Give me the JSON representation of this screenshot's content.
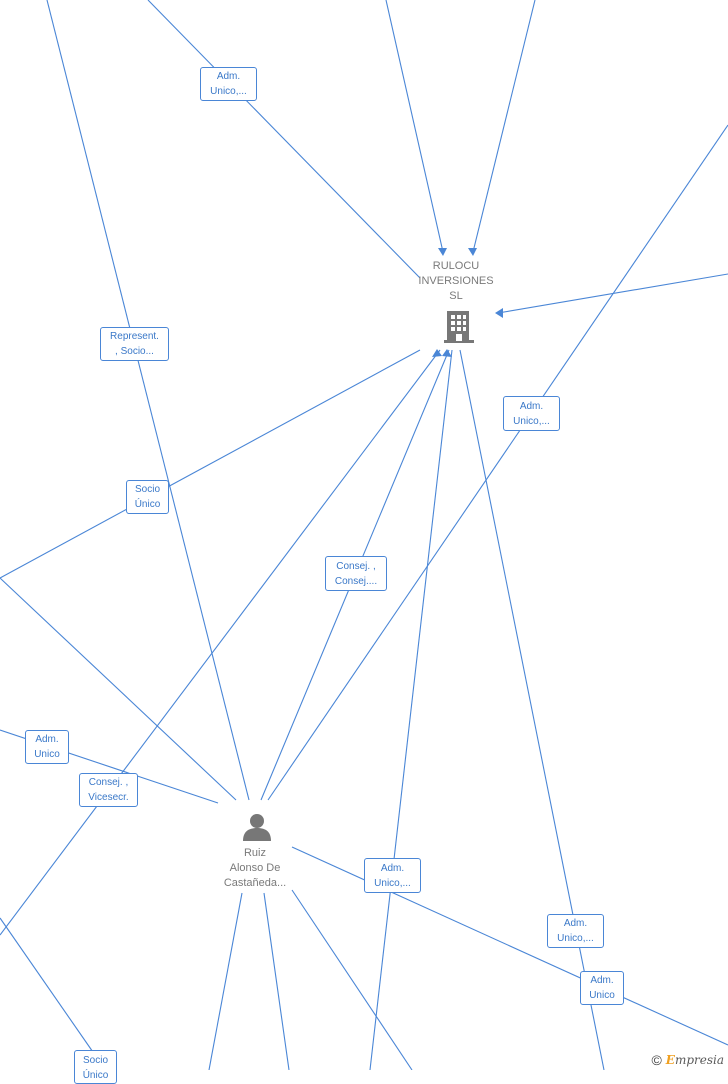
{
  "colors": {
    "edge": "#4a86d6",
    "label_text": "#3a78c8",
    "node_text": "#7a7a7a",
    "icon": "#777777"
  },
  "company": {
    "name_lines": [
      "RULOCU",
      "INVERSIONES",
      "SL"
    ],
    "icon": "building-icon"
  },
  "person": {
    "name_lines": [
      "Ruiz",
      "Alonso De",
      "Castañeda..."
    ],
    "icon": "person-icon"
  },
  "edge_labels": [
    {
      "lines": [
        "Adm.",
        "Unico,..."
      ]
    },
    {
      "lines": [
        "Represent.",
        ", Socio..."
      ]
    },
    {
      "lines": [
        "Adm.",
        "Unico,..."
      ]
    },
    {
      "lines": [
        "Socio",
        "Único"
      ]
    },
    {
      "lines": [
        "Consej. ,",
        "Consej...."
      ]
    },
    {
      "lines": [
        "Adm.",
        "Unico"
      ]
    },
    {
      "lines": [
        "Consej. ,",
        "Vicesecr."
      ]
    },
    {
      "lines": [
        "Adm.",
        "Unico,..."
      ]
    },
    {
      "lines": [
        "Adm.",
        "Unico,..."
      ]
    },
    {
      "lines": [
        "Adm.",
        "Unico"
      ]
    },
    {
      "lines": [
        "Socio",
        "Único"
      ]
    }
  ],
  "footer": {
    "copyright": "©",
    "brand_initial": "E",
    "brand_rest": "mpresia"
  }
}
